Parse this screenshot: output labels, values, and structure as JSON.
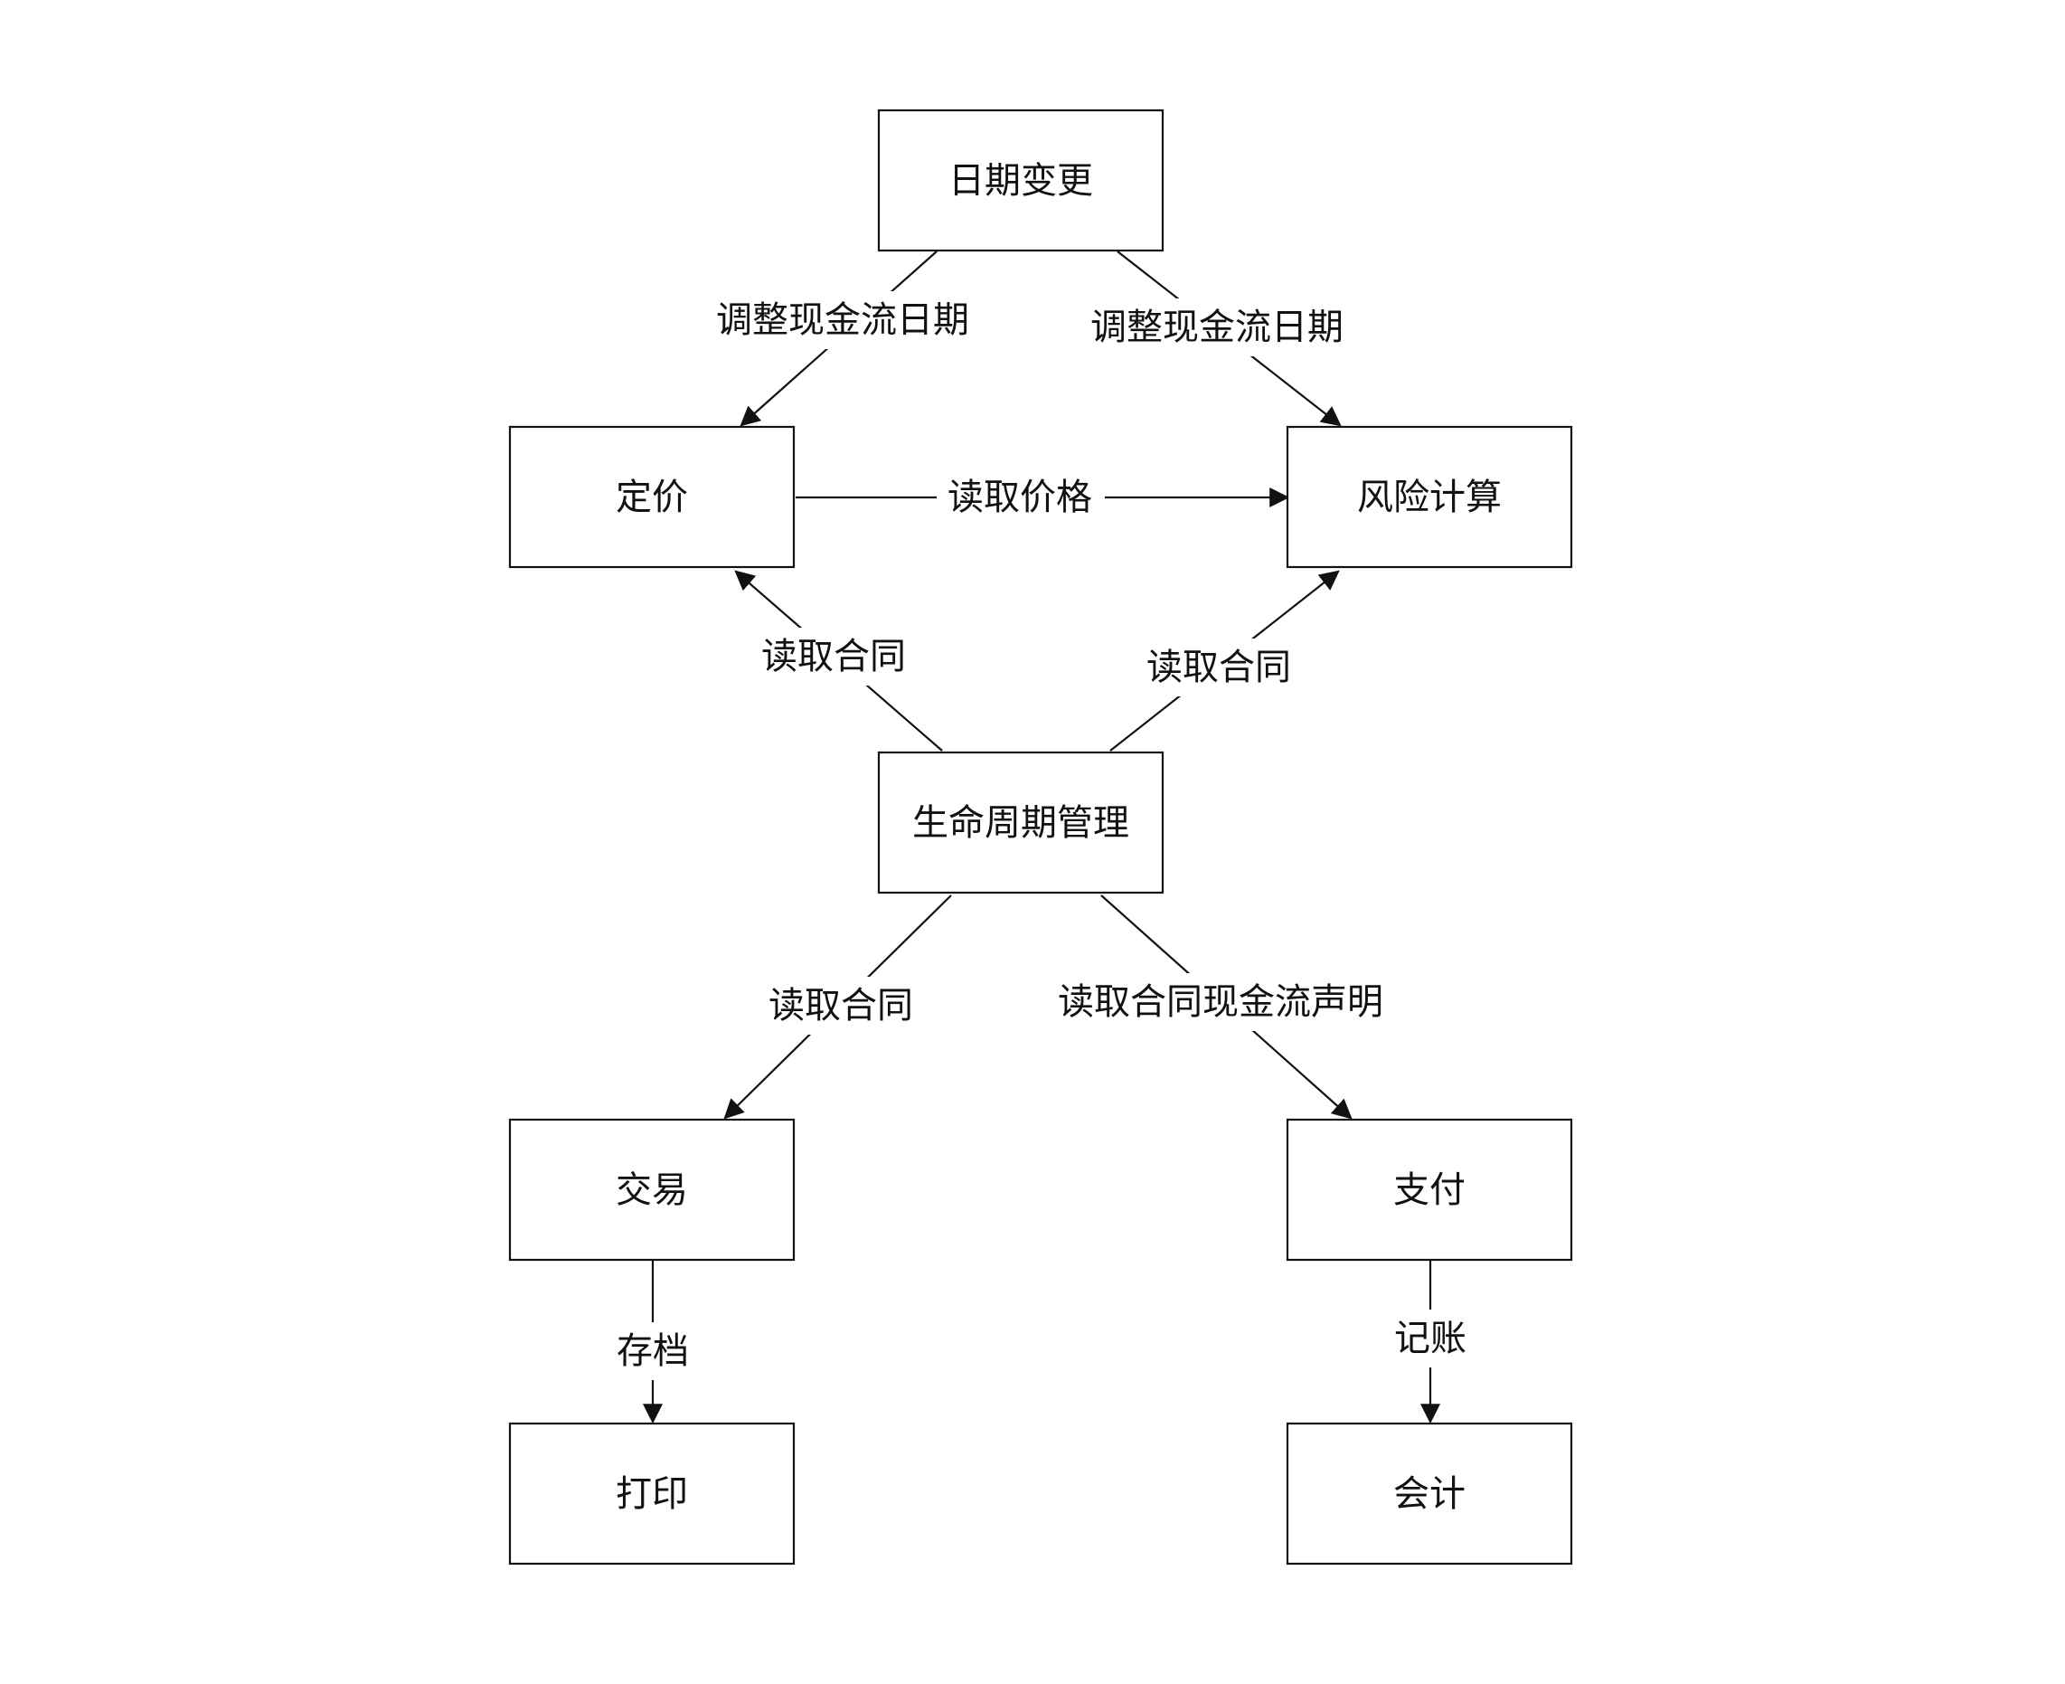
{
  "nodes": {
    "date_change": "日期变更",
    "pricing": "定价",
    "risk_calc": "风险计算",
    "lifecycle": "生命周期管理",
    "trade": "交易",
    "payment": "支付",
    "print": "打印",
    "accounting": "会计"
  },
  "edges": {
    "date_to_pricing": "调整现金流日期",
    "date_to_risk": "调整现金流日期",
    "pricing_to_risk": "读取价格",
    "lifecycle_to_pricing": "读取合同",
    "lifecycle_to_risk": "读取合同",
    "lifecycle_to_trade": "读取合同",
    "lifecycle_to_payment": "读取合同现金流声明",
    "trade_to_print": "存档",
    "payment_to_accounting": "记账"
  },
  "colors": {
    "line": "#111111",
    "box_fill": "#ffffff",
    "text": "#111111"
  }
}
